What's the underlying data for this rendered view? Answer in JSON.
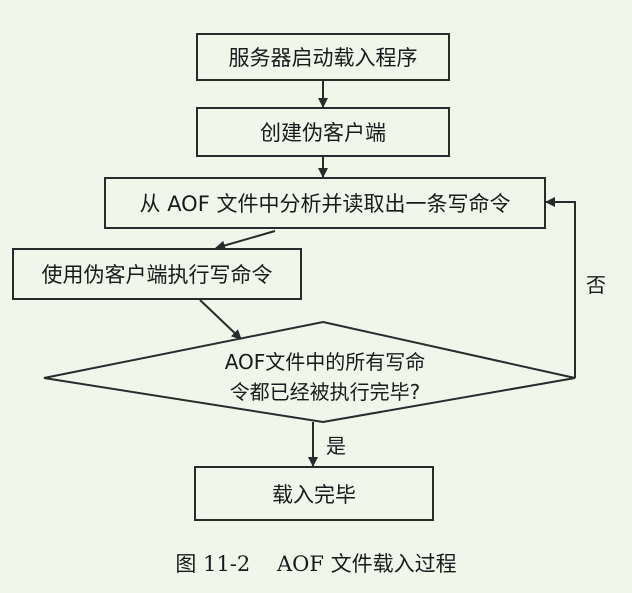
{
  "diagram": {
    "steps": {
      "start": "服务器启动载入程序",
      "create_client": "创建伪客户端",
      "read_command": "从 AOF 文件中分析并读取出一条写命令",
      "execute": "使用伪客户端执行写命令",
      "decision_line1": "AOF文件中的所有写命",
      "decision_line2": "令都已经被执行完毕?",
      "done": "载入完毕"
    },
    "branches": {
      "no": "否",
      "yes": "是"
    },
    "caption": "图 11-2    AOF 文件载入过程"
  }
}
